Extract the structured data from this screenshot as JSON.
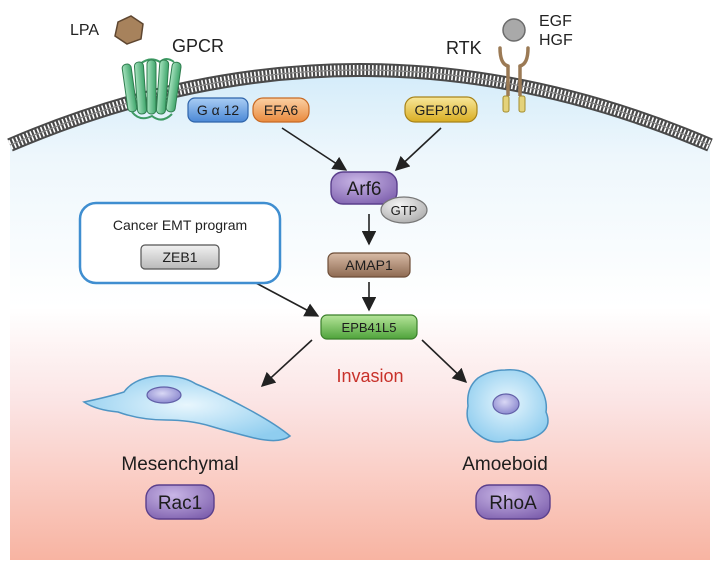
{
  "ligands": {
    "lpa": "LPA",
    "egf": "EGF",
    "hgf": "HGF"
  },
  "receptors": {
    "gpcr": "GPCR",
    "rtk": "RTK"
  },
  "proteins": {
    "galpha12": "G α 12",
    "efa6": "EFA6",
    "gep100": "GEP100",
    "arf6": "Arf6",
    "gtp": "GTP",
    "amap1": "AMAP1",
    "epb41l5": "EPB41L5",
    "zeb1": "ZEB1",
    "rac1": "Rac1",
    "rhoa": "RhoA"
  },
  "emt_box": {
    "title": "Cancer EMT program"
  },
  "outcome": {
    "invasion": "Invasion",
    "mesenchymal": "Mesenchymal",
    "amoeboid": "Amoeboid"
  },
  "colors": {
    "membrane": "#555555",
    "cytoplasm_top": "#bfe3f8",
    "cytoplasm_bottom": "#f7b2a0",
    "arrow": "#222222",
    "invasion_text": "#c8312a",
    "galpha12": "#6aa5e6",
    "efa6": "#f2a25c",
    "gep100": "#e8c23c",
    "arf6": "#8c6fb8",
    "amap1": "#9a7660",
    "epb41l5": "#6db84f",
    "zeb1": "#cfcfcf",
    "gpcr": "#5cc08a",
    "rtk": "#b08f68",
    "cell": "#a9daf2",
    "nucleus": "#a9a8de"
  }
}
